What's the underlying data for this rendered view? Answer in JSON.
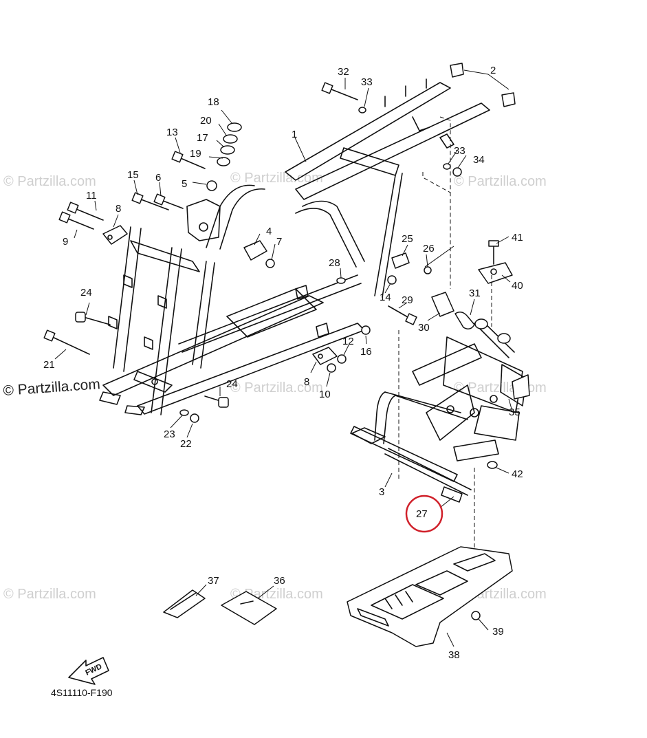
{
  "diagram": {
    "code": "4S11110-F190",
    "fwd_label": "FWD",
    "watermarks": [
      "© Partzilla.com",
      "© Partzilla.com",
      "© Partzilla.com",
      "© Partzilla.com",
      "© Partzilla.com",
      "© Partzilla.com",
      "© Partzilla.com",
      "© Partzilla.com",
      "© Partzilla.com"
    ],
    "highlight_color": "#d0202a",
    "highlighted_part": "27",
    "callouts": [
      "1",
      "2",
      "3",
      "4",
      "5",
      "6",
      "7",
      "8",
      "8",
      "9",
      "10",
      "11",
      "12",
      "13",
      "14",
      "15",
      "16",
      "17",
      "18",
      "19",
      "20",
      "21",
      "22",
      "23",
      "24",
      "24",
      "25",
      "26",
      "27",
      "28",
      "29",
      "30",
      "31",
      "32",
      "33",
      "33",
      "34",
      "35",
      "36",
      "37",
      "38",
      "39",
      "40",
      "41",
      "42"
    ]
  }
}
